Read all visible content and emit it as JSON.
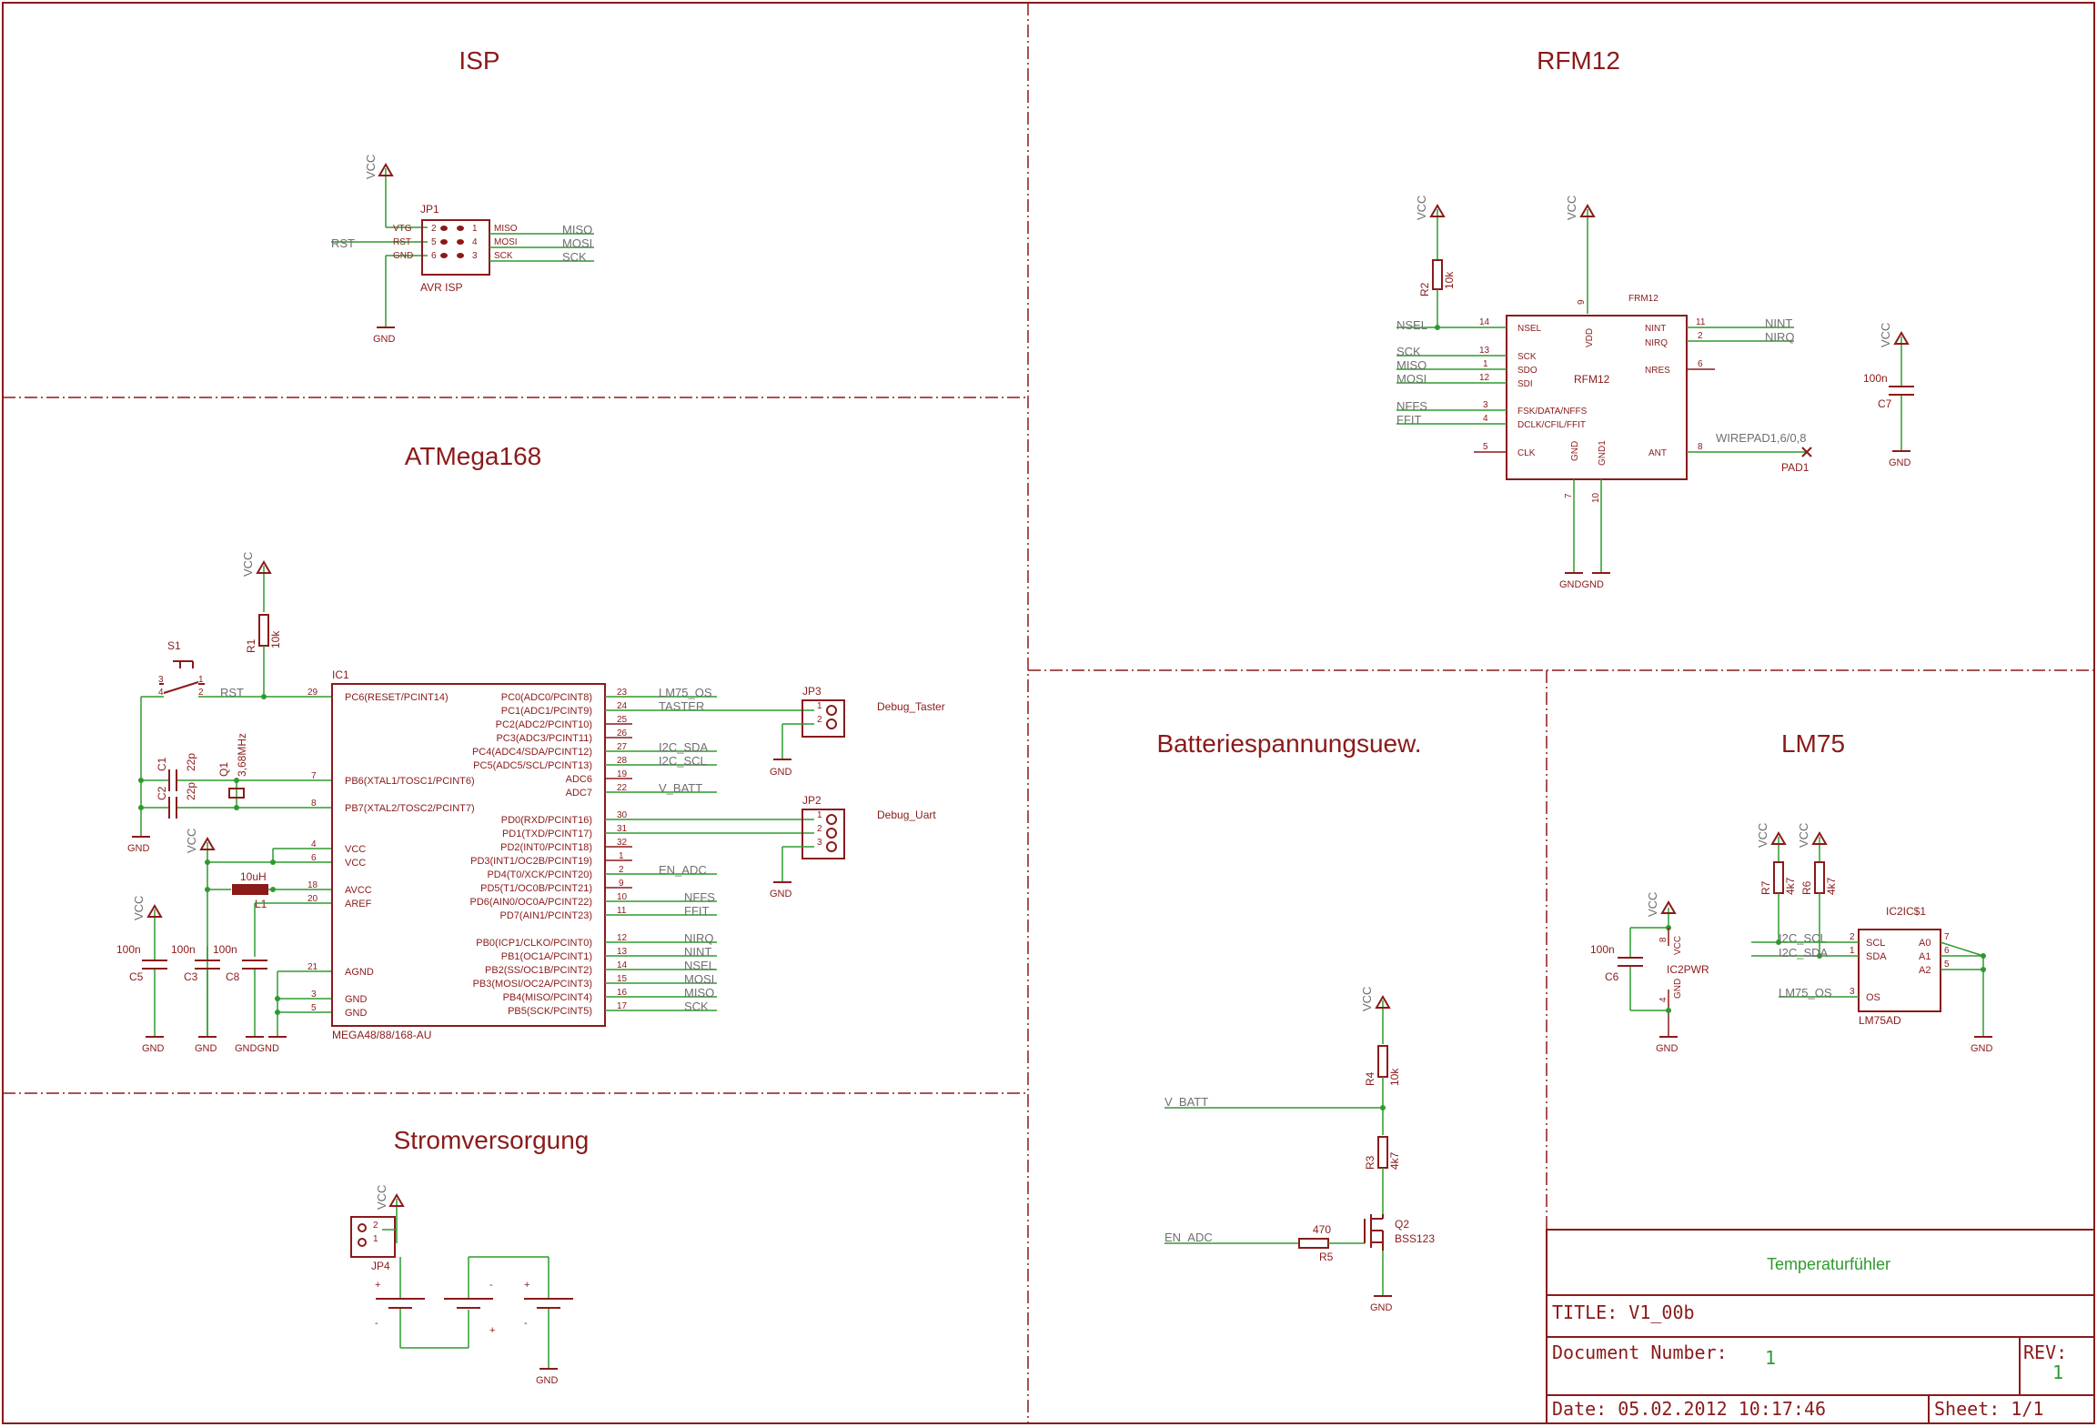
{
  "sections": {
    "isp": "ISP",
    "rfm12": "RFM12",
    "atmega": "ATMega168",
    "strom": "Stromversorgung",
    "batt": "Batteriespannungsuew.",
    "lm75": "LM75"
  },
  "colors": {
    "frame": "#8b1a1a",
    "wire": "#2e9a2e",
    "net": "#6f6f6f"
  },
  "isp": {
    "jp1": "JP1",
    "avr_isp": "AVR ISP",
    "vcc": "VCC",
    "gnd": "GND",
    "rst": "RST",
    "pins_left": [
      "VTG",
      "RST",
      "GND"
    ],
    "pins_right": [
      "MISO",
      "MOSI",
      "SCK"
    ],
    "nums_left": [
      "2",
      "5",
      "6"
    ],
    "nums_right": [
      "1",
      "4",
      "3"
    ],
    "nets": [
      "MISO",
      "MOSI",
      "SCK"
    ]
  },
  "rfm": {
    "vcc1": "VCC",
    "vcc2": "VCC",
    "r2": "R2",
    "r2v": "10k",
    "name": "FRM12",
    "value": "RFM12",
    "vdd": "VDD",
    "p9": "9",
    "left_pins": [
      {
        "name": "NSEL",
        "num": "14",
        "net": "NSEL"
      },
      {
        "name": "SCK",
        "num": "13",
        "net": "SCK"
      },
      {
        "name": "SDO",
        "num": "1",
        "net": "MISO"
      },
      {
        "name": "SDI",
        "num": "12",
        "net": "MOSI"
      },
      {
        "name": "FSK/DATA/NFFS",
        "num": "3",
        "net": "NFFS"
      },
      {
        "name": "DCLK/CFIL/FFIT",
        "num": "4",
        "net": "FFIT"
      },
      {
        "name": "CLK",
        "num": "5",
        "net": ""
      }
    ],
    "right_pins": [
      {
        "name": "NINT",
        "num": "11",
        "net": "NINT"
      },
      {
        "name": "NIRQ",
        "num": "2",
        "net": "NIRQ"
      },
      {
        "name": "NRES",
        "num": "6",
        "net": ""
      },
      {
        "name": "ANT",
        "num": "8",
        "net": ""
      }
    ],
    "gnd_lbl": "GND",
    "gnd1_lbl": "GND1",
    "p7": "7",
    "p10": "10",
    "gnd_text": "GNDGND",
    "wirepad": "WIREPAD1,6/0,8",
    "pad1": "PAD1",
    "c7": "C7",
    "c7v": "100n",
    "c7vcc": "VCC",
    "c7gnd": "GND"
  },
  "mcu": {
    "vcc": "VCC",
    "r1": "R1",
    "r1v": "10k",
    "s1": "S1",
    "rst": "RST",
    "ic1": "IC1",
    "part": "MEGA48/88/168-AU",
    "left_pins": [
      {
        "name": "PC6(RESET/PCINT14)",
        "num": "29"
      },
      {
        "name": "PB6(XTAL1/TOSC1/PCINT6)",
        "num": "7"
      },
      {
        "name": "PB7(XTAL2/TOSC2/PCINT7)",
        "num": "8"
      },
      {
        "name": "VCC",
        "num": "4"
      },
      {
        "name": "VCC",
        "num": "6"
      },
      {
        "name": "AVCC",
        "num": "18"
      },
      {
        "name": "AREF",
        "num": "20"
      },
      {
        "name": "AGND",
        "num": "21"
      },
      {
        "name": "GND",
        "num": "3"
      },
      {
        "name": "GND",
        "num": "5"
      }
    ],
    "right_pins": [
      {
        "name": "PC0(ADC0/PCINT8)",
        "num": "23",
        "net": "LM75_OS"
      },
      {
        "name": "PC1(ADC1/PCINT9)",
        "num": "24",
        "net": "TASTER"
      },
      {
        "name": "PC2(ADC2/PCINT10)",
        "num": "25",
        "net": ""
      },
      {
        "name": "PC3(ADC3/PCINT11)",
        "num": "26",
        "net": ""
      },
      {
        "name": "PC4(ADC4/SDA/PCINT12)",
        "num": "27",
        "net": "I2C_SDA"
      },
      {
        "name": "PC5(ADC5/SCL/PCINT13)",
        "num": "28",
        "net": "I2C_SCL"
      },
      {
        "name": "ADC6",
        "num": "19",
        "net": ""
      },
      {
        "name": "ADC7",
        "num": "22",
        "net": "V_BATT"
      },
      {
        "name": "PD0(RXD/PCINT16)",
        "num": "30",
        "net": ""
      },
      {
        "name": "PD1(TXD/PCINT17)",
        "num": "31",
        "net": ""
      },
      {
        "name": "PD2(INT0/PCINT18)",
        "num": "32",
        "net": ""
      },
      {
        "name": "PD3(INT1/OC2B/PCINT19)",
        "num": "1",
        "net": ""
      },
      {
        "name": "PD4(T0/XCK/PCINT20)",
        "num": "2",
        "net": "EN_ADC"
      },
      {
        "name": "PD5(T1/OC0B/PCINT21)",
        "num": "9",
        "net": ""
      },
      {
        "name": "PD6(AIN0/OC0A/PCINT22)",
        "num": "10",
        "net": "NFFS"
      },
      {
        "name": "PD7(AIN1/PCINT23)",
        "num": "11",
        "net": "FFIT"
      },
      {
        "name": "PB0(ICP1/CLKO/PCINT0)",
        "num": "12",
        "net": "NIRQ"
      },
      {
        "name": "PB1(OC1A/PCINT1)",
        "num": "13",
        "net": "NINT"
      },
      {
        "name": "PB2(SS/OC1B/PCINT2)",
        "num": "14",
        "net": "NSEL"
      },
      {
        "name": "PB3(MOSI/OC2A/PCINT3)",
        "num": "15",
        "net": "MOSI"
      },
      {
        "name": "PB4(MISO/PCINT4)",
        "num": "16",
        "net": "MISO"
      },
      {
        "name": "PB5(SCK/PCINT5)",
        "num": "17",
        "net": "SCK"
      }
    ],
    "jp3": "JP3",
    "debug_taster": "Debug_Taster",
    "jp2": "JP2",
    "debug_uart": "Debug_Uart",
    "c1": "C1",
    "c1v": "22p",
    "c2": "C2",
    "c2v": "22p",
    "q1": "Q1",
    "q1v": "3,68MHz",
    "l1": "L1",
    "l1v": "10uH",
    "c5": "C5",
    "c5v": "100n",
    "c3": "C3",
    "c3v": "100n",
    "c8": "C8",
    "c8v": "100n",
    "gnd": "GND",
    "gndgnd": "GNDGND",
    "vcc2": "VCC",
    "vcc3": "VCC",
    "sw_pins": [
      "3",
      "1",
      "4",
      "2"
    ],
    "jp_pins": [
      "1",
      "2",
      "3"
    ]
  },
  "power": {
    "vcc": "VCC",
    "jp4": "JP4",
    "gnd": "GND",
    "plus": "+",
    "minus": "-",
    "pins": [
      "2",
      "1"
    ]
  },
  "batt": {
    "vcc": "VCC",
    "r4": "R4",
    "r4v": "10k",
    "r3": "R3",
    "r3v": "4k7",
    "vbatt": "V_BATT",
    "en_adc": "EN_ADC",
    "r5": "R5",
    "r5v": "470",
    "q2": "Q2",
    "q2v": "BSS123",
    "gnd": "GND"
  },
  "lm75": {
    "vcc1": "VCC",
    "vcc2": "VCC",
    "r7": "R7",
    "r7v": "4k7",
    "r6": "R6",
    "r6v": "4k7",
    "ic2": "IC2IC$1",
    "part": "LM75AD",
    "pins_left": [
      {
        "name": "SCL",
        "num": "2",
        "net": "I2C_SCL"
      },
      {
        "name": "SDA",
        "num": "1",
        "net": "I2C_SDA"
      },
      {
        "name": "OS",
        "num": "3",
        "net": "LM75_OS"
      }
    ],
    "pins_right": [
      {
        "name": "A0",
        "num": "7"
      },
      {
        "name": "A1",
        "num": "6"
      },
      {
        "name": "A2",
        "num": "5"
      }
    ],
    "pwr_vcc": "VCC",
    "c6": "C6",
    "c6v": "100n",
    "ic2pwr": "IC2PWR",
    "p8": "8",
    "p4": "4",
    "vcc_lbl": "VCC",
    "gnd_lbl": "GND",
    "gnd": "GND"
  },
  "titleblock": {
    "desc": "Temperaturfühler",
    "title": "TITLE:  V1_00b",
    "docnum_label": "Document Number:",
    "docnum": "1",
    "rev_label": "REV:",
    "rev": "1",
    "date": "Date: 05.02.2012 10:17:46",
    "sheet": "Sheet: 1/1"
  }
}
